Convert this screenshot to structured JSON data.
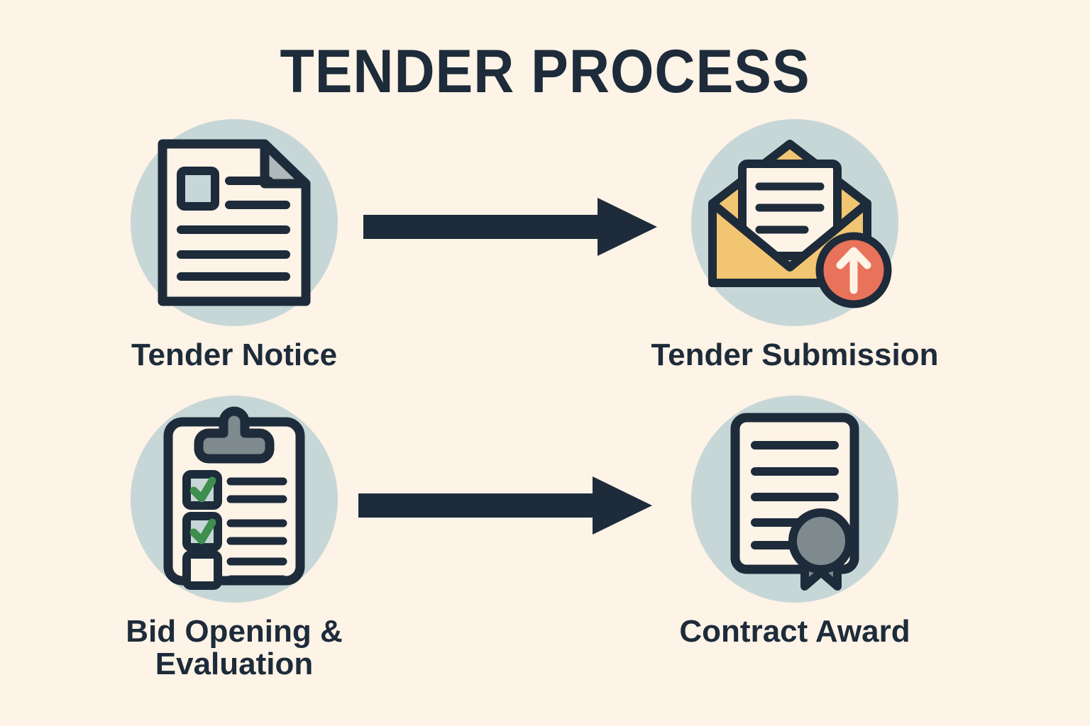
{
  "page": {
    "title": "TENDER PROCESS",
    "background_color": "#FDF3E6",
    "ink_color": "#1D2B3A",
    "circle_color": "#C7D7D7",
    "amber_color": "#F2C572",
    "coral_color": "#E8725A",
    "green_color": "#3E8E4E",
    "gray_color": "#7E8A8E",
    "paper_color": "#FDF3E6"
  },
  "steps": [
    {
      "id": "tender-notice",
      "label": "Tender Notice",
      "icon": "document-icon",
      "position": "top-left"
    },
    {
      "id": "tender-submission",
      "label": "Tender Submission",
      "icon": "envelope-upload-icon",
      "position": "top-right"
    },
    {
      "id": "bid-opening-evaluation",
      "label": "Bid Opening &\nEvaluation",
      "icon": "clipboard-checklist-icon",
      "position": "bottom-left"
    },
    {
      "id": "contract-award",
      "label": "Contract Award",
      "icon": "certificate-seal-icon",
      "position": "bottom-right"
    }
  ],
  "arrows": [
    {
      "id": "arrow-notice-to-submission",
      "from": "tender-notice",
      "to": "tender-submission",
      "direction": "right"
    },
    {
      "id": "arrow-evaluation-to-award",
      "from": "bid-opening-evaluation",
      "to": "contract-award",
      "direction": "right"
    }
  ],
  "checklist": {
    "rows": [
      {
        "checked": true
      },
      {
        "checked": true
      },
      {
        "checked": false
      }
    ]
  }
}
